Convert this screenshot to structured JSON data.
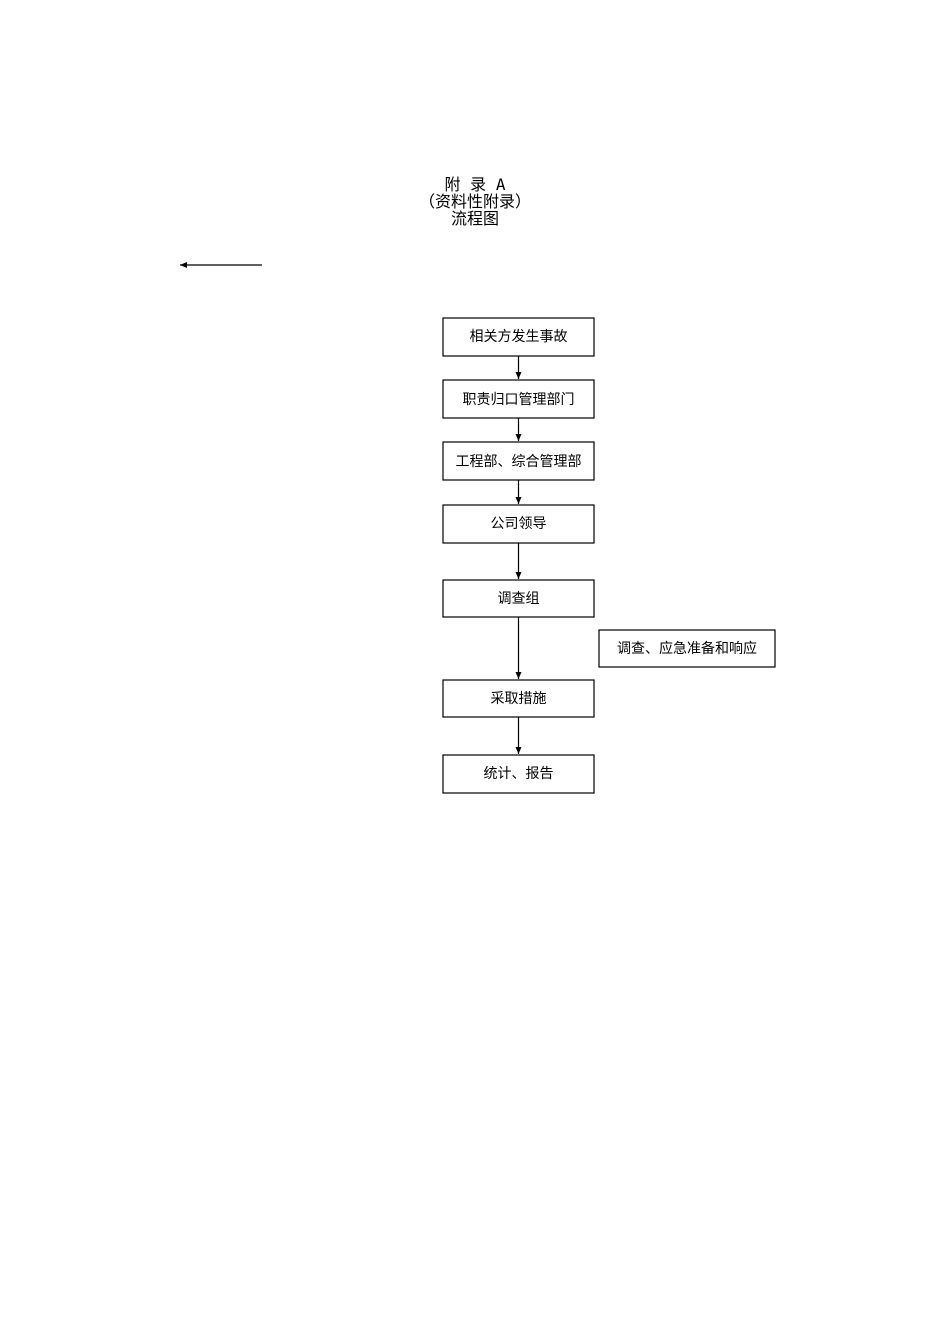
{
  "header": {
    "appendix_line": "附  录  A",
    "subtitle": "（资料性附录）",
    "title": "流程图"
  },
  "flow": {
    "nodes": [
      {
        "id": "n1",
        "label": "相关方发生事故"
      },
      {
        "id": "n2",
        "label": "职责归口管理部门"
      },
      {
        "id": "n3",
        "label": "工程部、综合管理部"
      },
      {
        "id": "n4",
        "label": "公司领导"
      },
      {
        "id": "n5",
        "label": "调查组"
      },
      {
        "id": "n6",
        "label": "采取措施"
      },
      {
        "id": "n7",
        "label": "统计、报告"
      }
    ],
    "side_note": {
      "id": "side",
      "label": "调查、应急准备和响应"
    }
  },
  "colors": {
    "stroke": "#000000",
    "background": "#ffffff"
  }
}
